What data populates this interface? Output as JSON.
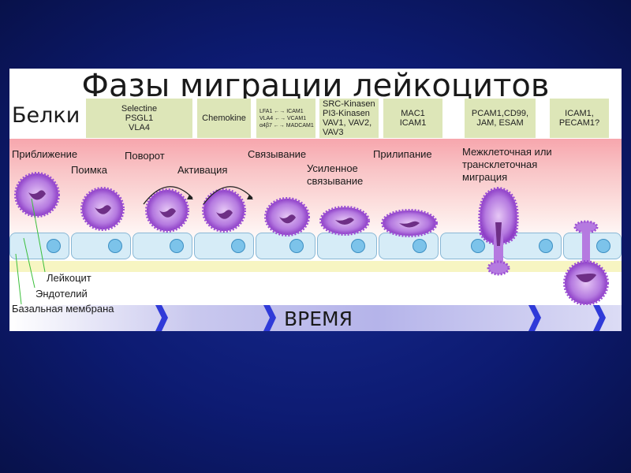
{
  "title": "Фазы миграции лейкоцитов",
  "proteins_label": "Белки",
  "protein_boxes": [
    {
      "text": "Selectine\nPSGL1\nVLA4"
    },
    {
      "text": "Chemokine"
    },
    {
      "text": "LFA1 ←→ ICAM1\nVLA4 ←→ VCAM1\nα4β7 ←→ MADCAM1"
    },
    {
      "text": "SRC-Kinasen\nPI3-Kinasen\nVAV1, VAV2,\nVAV3"
    },
    {
      "text": "MAC1\nICAM1"
    },
    {
      "text": "PCAM1,CD99,\nJAM, ESAM"
    },
    {
      "text": "ICAM1,\nPECAM1?"
    }
  ],
  "stages": {
    "approach": "Приближение",
    "capture": "Поимка",
    "rolling": "Поворот",
    "activation": "Активация",
    "binding": "Связывание",
    "enhanced_binding": "Усиленное\nсвязывание",
    "adhesion": "Прилипание",
    "migration": "Межклеточная или\n        трансклеточная\nмиграция"
  },
  "legend": {
    "leukocyte": "Лейкоцит",
    "endothelium": "Эндотелий",
    "basal_membrane": "Базальная мембрана"
  },
  "time_label": "ВРЕМЯ",
  "colors": {
    "background": "#0d1b72",
    "protein_box": "#dde6b8",
    "leukocyte": "#a45bd6",
    "nucleus": "#6e2f86",
    "endothelial_cell": "#d6ecf7",
    "time_arrow": "#2f3ad8"
  }
}
